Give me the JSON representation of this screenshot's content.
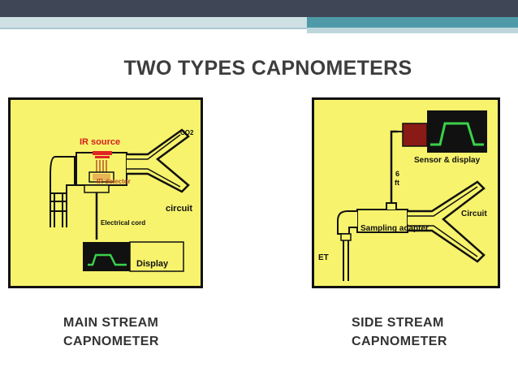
{
  "slide": {
    "title": "TWO TYPES CAPNOMETERS",
    "colors": {
      "header": "#3f4756",
      "accent": "#4f9aa8",
      "diagram_bg": "#f7f36c"
    }
  },
  "main_stream": {
    "labels": {
      "ir_source": "IR source",
      "ir_detector": "IR detector",
      "co2": "CO2",
      "circuit": "circuit",
      "electrical_cord": "Electrical cord",
      "display": "Display"
    },
    "caption_line1": "MAIN STREAM",
    "caption_line2": "CAPNOMETER"
  },
  "side_stream": {
    "labels": {
      "sensor_display": "Sensor & display",
      "length_value": "6",
      "length_unit": "ft",
      "circuit": "Circuit",
      "sampling_adapter": "Sampling adapter",
      "et": "ET"
    },
    "caption_line1": "SIDE STREAM",
    "caption_line2": "CAPNOMETER"
  }
}
